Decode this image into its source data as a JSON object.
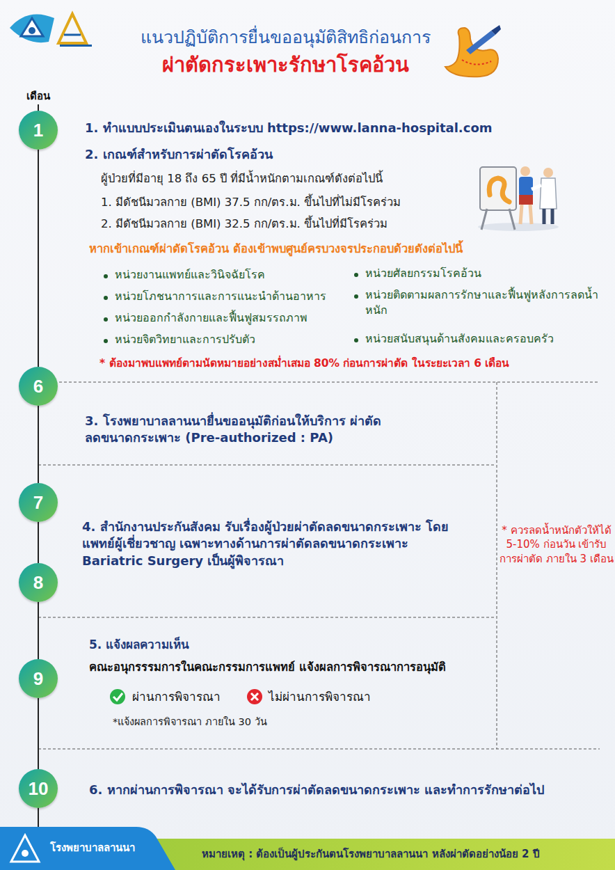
{
  "diagram": {
    "title": "แนวปฏิบัติการยื่นขออนุมัติสิทธิก่อนการ ผ่าตัดกระเพาะรักษาโรคอ้วน",
    "nodes": [
      {
        "text": [
          "1"
        ]
      },
      {
        "text": [
          "6"
        ]
      },
      {
        "text": [
          "7"
        ]
      },
      {
        "text": [
          "8"
        ]
      },
      {
        "text": [
          "9"
        ]
      },
      {
        "text": [
          "10"
        ]
      },
      {
        "text": [
          "โรงพยาบาลลานนา"
        ]
      },
      {
        "text": [
          "หมายเหตุ : ต้องเป็นผู้ประกันตนโรงพยาบาลลานนา หลังผ่าตัดอย่างน้อย 2 ปี"
        ]
      }
    ],
    "edges": [
      {
        "from": 0,
        "to": 1,
        "arrow": "none"
      },
      {
        "from": 1,
        "to": 2,
        "arrow": "none"
      },
      {
        "from": 2,
        "to": 3,
        "arrow": "none"
      },
      {
        "from": 3,
        "to": 4,
        "arrow": "none"
      },
      {
        "from": 4,
        "to": 5,
        "arrow": "none"
      }
    ],
    "labels": [
      "เดือน",
      "1. ทำแบบประเมินตนเองในระบบ  https://www.lanna-hospital.com",
      "2. เกณฑ์สำหรับการผ่าตัดโรคอ้วน",
      "ผู้ป่วยที่มีอายุ  18 ถึง 65 ปี ที่มีน้ำหนักตามเกณฑ์ดังต่อไปนี้",
      "1. มีดัชนีมวลกาย (BMI) 37.5 กก/ตร.ม. ขึ้นไปที่ไม่มีโรคร่วม",
      "2. มีดัชนีมวลกาย (BMI) 32.5 กก/ตร.ม. ขึ้นไปที่มีโรคร่วม",
      "หากเข้าเกณฑ์ผ่าตัดโรคอ้วน ต้องเข้าพบศูนย์ครบวงจรประกอบด้วยดังต่อไปนี้",
      "หน่วยงานแพทย์และวินิจฉัยโรค",
      "หน่วยโภชนาการและการแนะนำด้านอาหาร",
      "หน่วยออกกำลังกายและฟื้นฟูสมรรถภาพ",
      "หน่วยจิตวิทยาและการปรับตัว",
      "หน่วยศัลยกรรมโรคอ้วน",
      "หน่วยติดตามผลการรักษาและฟื้นฟูหลังการลดน้ำหนัก",
      "หน่วยสนับสนุนด้านสังคมและครอบครัว",
      "* ต้องมาพบแพทย์ตามนัดหมายอย่างสม่ำเสมอ 80% ก่อนการผ่าตัด ในระยะเวลา 6 เดือน",
      "3. โรงพยาบาลลานนายื่นขออนุมัติก่อนให้บริการ ผ่าตัดลดขนาดกระเพาะ (Pre-authorized : PA)",
      "4. สำนักงานประกันสังคม รับเรื่องผู้ป่วยผ่าตัดลดขนาดกระเพาะ โดยแพทย์ผู้เชี่ยวชาญ เฉพาะทางด้านการผ่าตัดลดขนาดกระเพาะ Bariatric Surgery เป็นผู้พิจารณา",
      "* ควรลดน้ำหนักตัวให้ได้ 5-10% ก่อนวัน เข้ารับการผ่าตัด ภายใน 3 เดือน",
      "5. แจ้งผลความเห็น",
      "คณะอนุกรรรมการในคณะกรรมการแพทย์ แจ้งผลการพิจารณาการอนุมัติ",
      "ผ่านการพิจารณา",
      "ไม่ผ่านการพิจารณา",
      "*แจ้งผลการพิจารณา ภายใน 30 วัน",
      "6. หากผ่านการพิจารณา จะได้รับการผ่าตัดลดขนาดกระเพาะ และทำการรักษาต่อไป"
    ]
  }
}
